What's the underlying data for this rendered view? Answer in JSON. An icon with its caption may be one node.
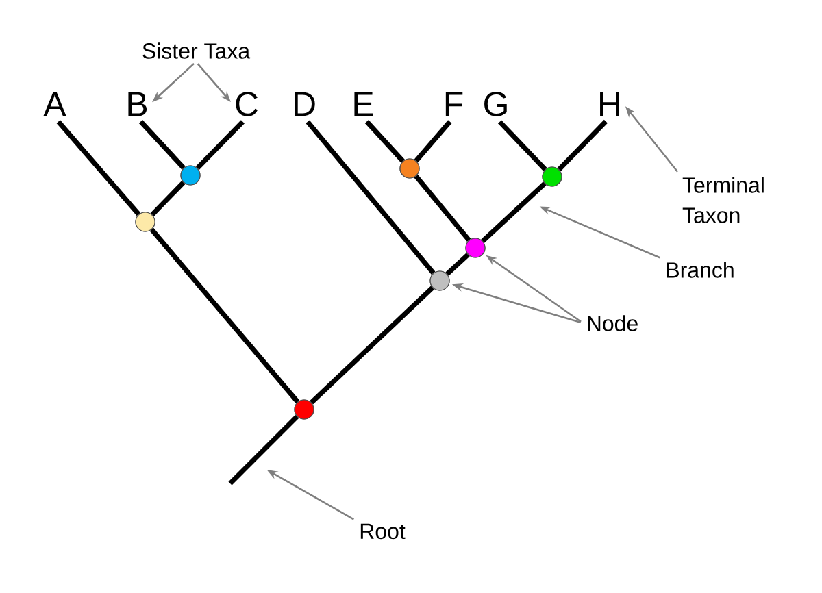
{
  "diagram": {
    "nodes": [
      {
        "text": [
          "Sister Taxa"
        ]
      },
      {
        "text": [
          "A"
        ]
      },
      {
        "text": [
          "B"
        ]
      },
      {
        "text": [
          "C"
        ]
      },
      {
        "text": [
          "D"
        ]
      },
      {
        "text": [
          "E"
        ]
      },
      {
        "text": [
          "F"
        ]
      },
      {
        "text": [
          "G"
        ]
      },
      {
        "text": [
          "H"
        ]
      },
      {
        "text": [
          "Terminal Taxon"
        ]
      },
      {
        "text": [],
        "shape": "circle"
      },
      {
        "text": [],
        "shape": "circle"
      },
      {
        "text": [],
        "shape": "circle"
      },
      {
        "text": [],
        "shape": "circle"
      },
      {
        "text": [],
        "shape": "circle"
      },
      {
        "text": [],
        "shape": "circle"
      },
      {
        "text": [],
        "shape": "circle"
      },
      {
        "text": [
          "Branch"
        ]
      },
      {
        "text": [
          "Node"
        ]
      },
      {
        "text": [
          "Root"
        ]
      }
    ],
    "edges": [
      {
        "from": 1,
        "to": 10,
        "arrow": "none"
      },
      {
        "from": 2,
        "to": 11,
        "arrow": "none"
      },
      {
        "from": 3,
        "to": 11,
        "arrow": "none"
      },
      {
        "from": 11,
        "to": 10,
        "arrow": "none"
      },
      {
        "from": 10,
        "to": 12,
        "arrow": "none"
      },
      {
        "from": 4,
        "to": 14,
        "arrow": "none"
      },
      {
        "from": 5,
        "to": 13,
        "arrow": "none"
      },
      {
        "from": 6,
        "to": 13,
        "arrow": "none"
      },
      {
        "from": 13,
        "to": 15,
        "arrow": "none"
      },
      {
        "from": 7,
        "to": 16,
        "arrow": "none"
      },
      {
        "from": 8,
        "to": 16,
        "arrow": "none"
      },
      {
        "from": 16,
        "to": 15,
        "arrow": "none"
      },
      {
        "from": 15,
        "to": 14,
        "arrow": "none"
      },
      {
        "from": 14,
        "to": 12,
        "arrow": "none"
      },
      {
        "from": 12,
        "to": null,
        "arrow": "none"
      },
      {
        "from": 0,
        "to": 2,
        "arrow": "to",
        "color": "#7f7f7f"
      },
      {
        "from": 0,
        "to": 3,
        "arrow": "to",
        "color": "#7f7f7f"
      },
      {
        "from": 9,
        "to": 8,
        "arrow": "to",
        "color": "#7f7f7f"
      },
      {
        "from": 17,
        "to": null,
        "arrow": "to",
        "color": "#7f7f7f"
      },
      {
        "from": 18,
        "to": 15,
        "arrow": "to",
        "color": "#7f7f7f"
      },
      {
        "from": 18,
        "to": 14,
        "arrow": "to",
        "color": "#7f7f7f"
      },
      {
        "from": 19,
        "to": null,
        "arrow": "to",
        "color": "#7f7f7f"
      }
    ]
  }
}
